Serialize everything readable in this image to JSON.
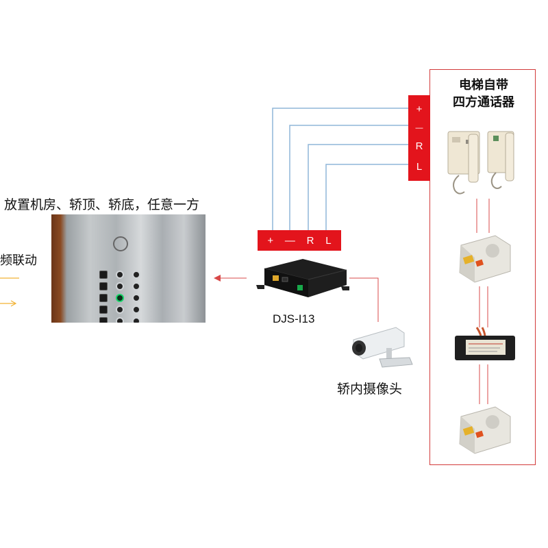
{
  "title_right": "电梯自带\n四方通话器",
  "caption_placement": "放置机房、轿顶、轿底，任意一方",
  "caption_linkage": "频联动",
  "device_label": "DJS-I13",
  "camera_label": "轿内摄像头",
  "terminal_top_right": [
    "+",
    "—",
    "R",
    "L"
  ],
  "terminal_middle": [
    "+",
    "—",
    "R",
    "L"
  ],
  "colors": {
    "wire_blue": "#8fb6d8",
    "wire_red": "#d84848",
    "terminal_red": "#e3141c",
    "frame_red": "#d23a3a",
    "arrow_orange": "#f2b233"
  }
}
